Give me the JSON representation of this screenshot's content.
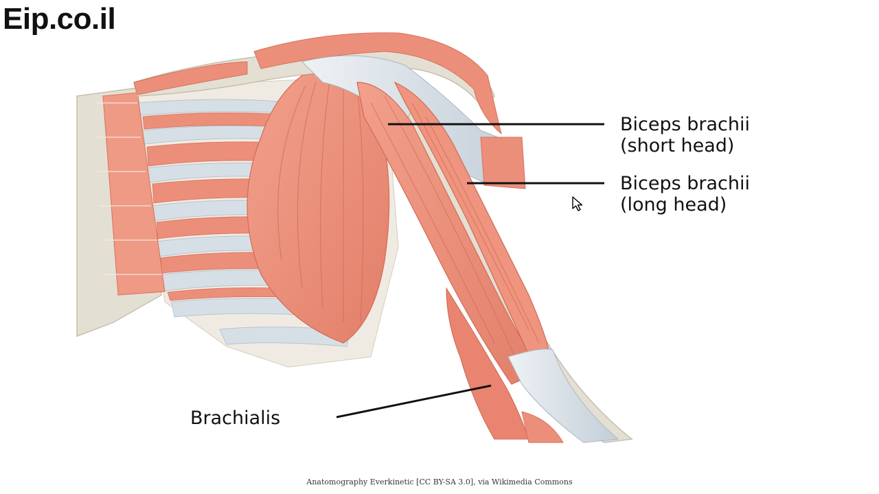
{
  "brand": {
    "text": "Eip.co.il"
  },
  "labels": {
    "short_head": {
      "line1": "Biceps brachii",
      "line2": "(short head)"
    },
    "long_head": {
      "line1": "Biceps brachii",
      "line2": "(long head)"
    },
    "brachialis": "Brachialis"
  },
  "credit": "Anatomography Everkinetic [CC BY-SA 3.0], via Wikimedia Commons",
  "colors": {
    "muscle": "#ec8f7a",
    "muscle_dark": "#d9705c",
    "tendon": "#cdd6de",
    "tendon_light": "#e6ebf0",
    "bone": "#e4dfd3",
    "bone_dark": "#cfc8b8",
    "leader_line": "#111111"
  },
  "icons": {
    "cursor": "mouse-pointer-icon"
  }
}
